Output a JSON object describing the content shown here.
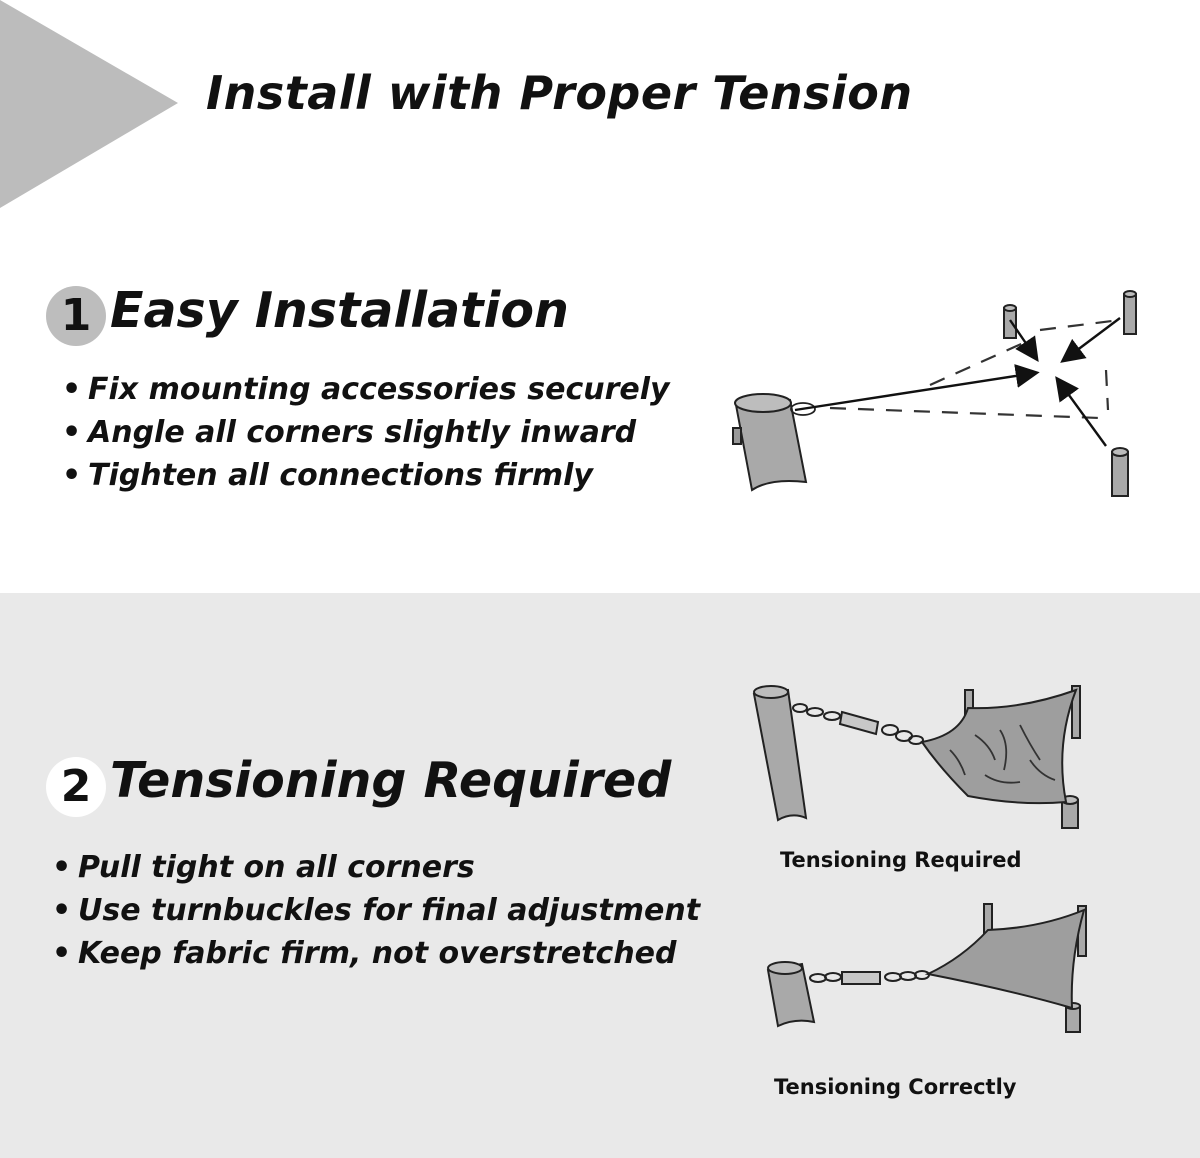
{
  "title": "Install with Proper Tension",
  "section1": {
    "number": "1",
    "heading": "Easy Installation",
    "bullets": [
      "Fix mounting accessories securely",
      "Angle all corners slightly inward",
      "Tighten all connections firmly"
    ],
    "illustration_icon": "shade-sail-installation-diagram"
  },
  "section2": {
    "number": "2",
    "heading": "Tensioning Required",
    "bullets": [
      "Pull tight on all corners",
      "Use turnbuckles for final adjustment",
      "Keep fabric firm, not overstretched"
    ],
    "illustration_icons": [
      "loose-sail-turnbuckle-diagram",
      "tensioned-sail-turnbuckle-diagram"
    ],
    "captions": [
      "Tensioning Required",
      "Tensioning Correctly"
    ]
  },
  "colors": {
    "accent_triangle": "#bcbcbc",
    "badge_1": "#bdbdbd",
    "bottom_background": "#e9e9e9",
    "text": "#111111"
  }
}
